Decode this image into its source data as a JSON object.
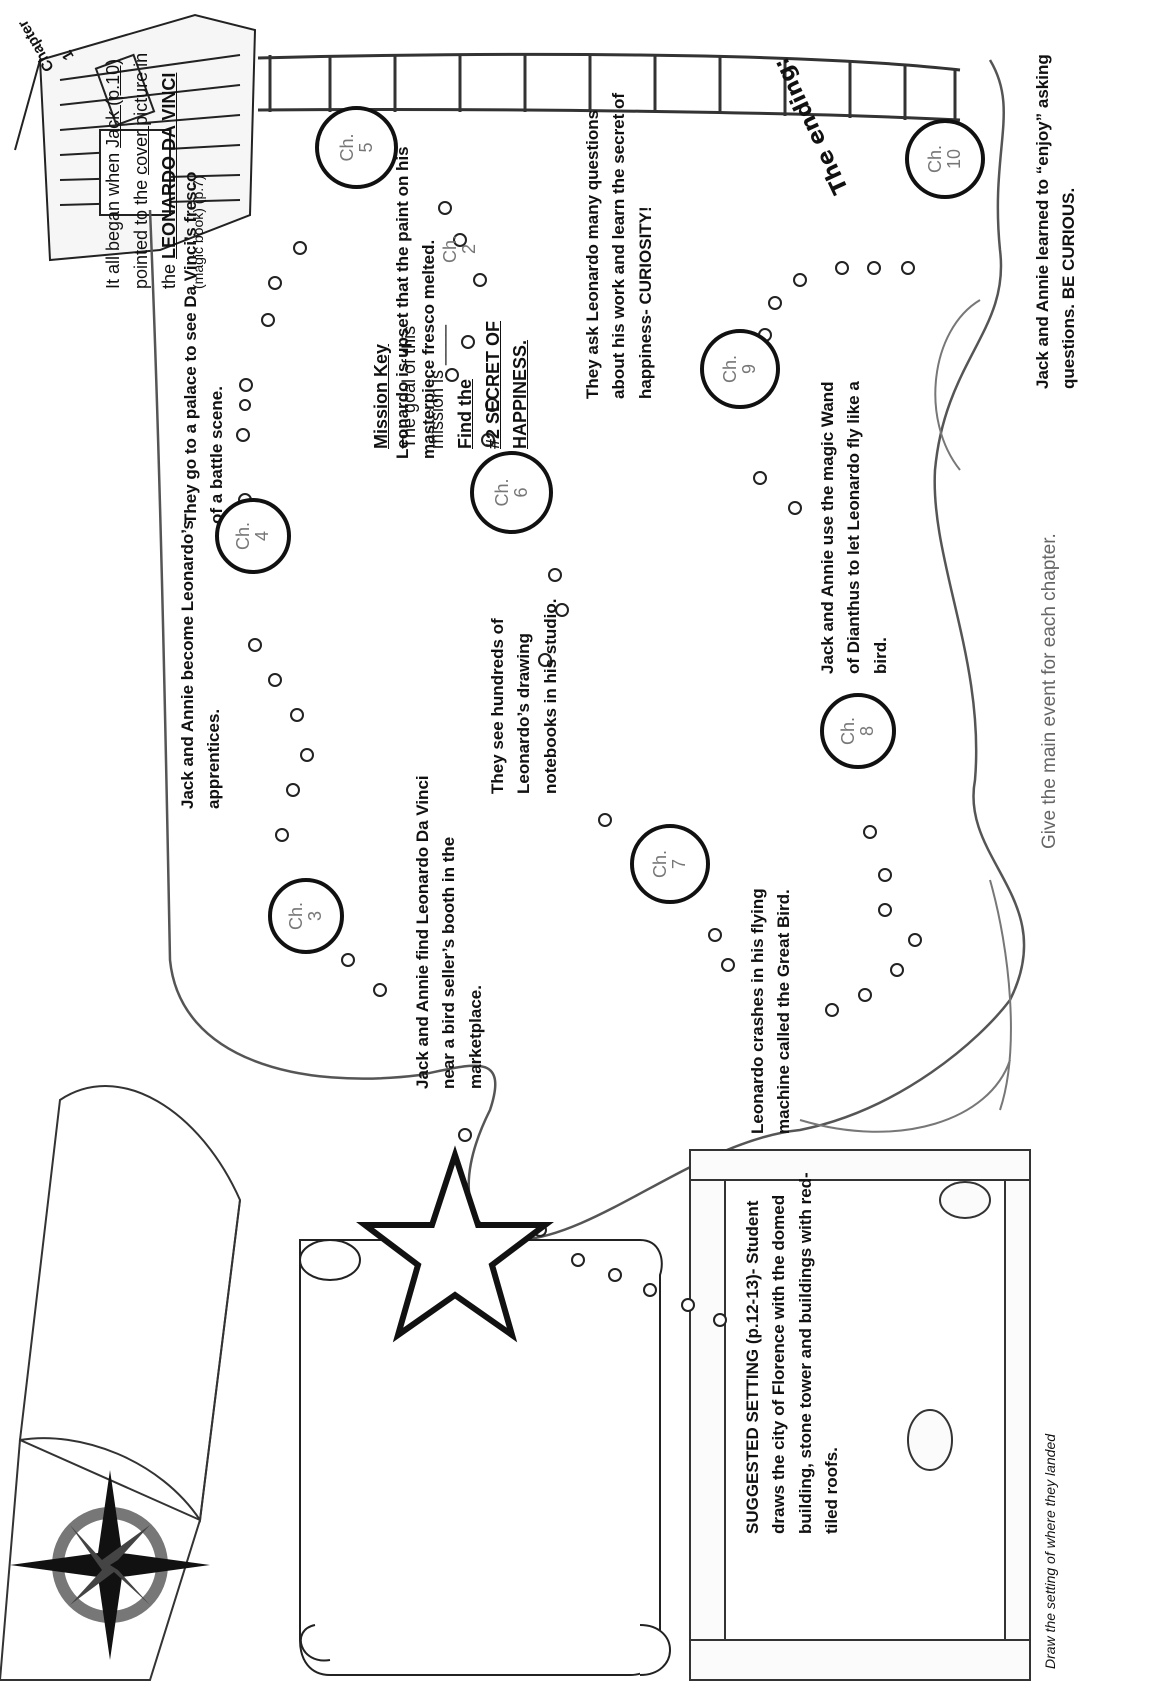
{
  "page": {
    "heading": "Chapter 1"
  },
  "intro": {
    "line1a": "It all began when ",
    "blank1": " Jack (p.10) ",
    "line1b": "",
    "line2a": "pointed to the ",
    "blank2": " cover ",
    "line2b": " picture in",
    "line3a": "the ",
    "blank3": " LEONARDO DA VINCI",
    "line4": "(magic book) (p.7)"
  },
  "mission": {
    "title": "Mission Key",
    "line1": "The goal of this",
    "line2": "mission is ____",
    "line3": "Find the",
    "line4": "#2 SECRET OF",
    "line5": "HAPPINESS."
  },
  "chapters": [
    {
      "line1": "Ch.",
      "line2": "2"
    },
    {
      "line1": "Ch.",
      "line2": "3"
    },
    {
      "line1": "Ch.",
      "line2": "4"
    },
    {
      "line1": "Ch.",
      "line2": "5"
    },
    {
      "line1": "Ch.",
      "line2": "6"
    },
    {
      "line1": "Ch.",
      "line2": "7"
    },
    {
      "line1": "Ch.",
      "line2": "8"
    },
    {
      "line1": "Ch.",
      "line2": "9"
    },
    {
      "line1": "Ch.",
      "line2": "10"
    }
  ],
  "events": {
    "ch2": "Jack and Annie find Leonardo Da Vinci near a bird seller’s booth in the marketplace.",
    "ch3": "Jack and Annie become Leonardo’s apprentices.",
    "ch4": "They go to a palace to see Da Vinci’s fresco of a battle scene.",
    "ch5": "Leonardo is upset that the paint on his masterpiece fresco melted.",
    "ch6": "They see hundreds of Leonardo’s drawing notebooks in his studio.",
    "ch7": "Leonardo crashes in his flying machine called the Great Bird.",
    "ch8": "Jack and Annie use the magic Wand of Dianthus to let Leonardo fly like a bird.",
    "ch9": "They ask Leonardo many questions about his work and learn the secret of happiness- CURIOSITY!",
    "ch10": "Jack and Annie learned to “enjoy” asking questions. BE CURIOUS."
  },
  "ending": {
    "heading": "The ending:"
  },
  "instruction": "Give the main event for each chapter.",
  "setting": {
    "text": "SUGGESTED SETTING (p.12-13)- Student draws the city of Florence with the domed building, stone tower and buildings with red-tiled roofs.",
    "caption": "Draw the setting of where they landed"
  }
}
